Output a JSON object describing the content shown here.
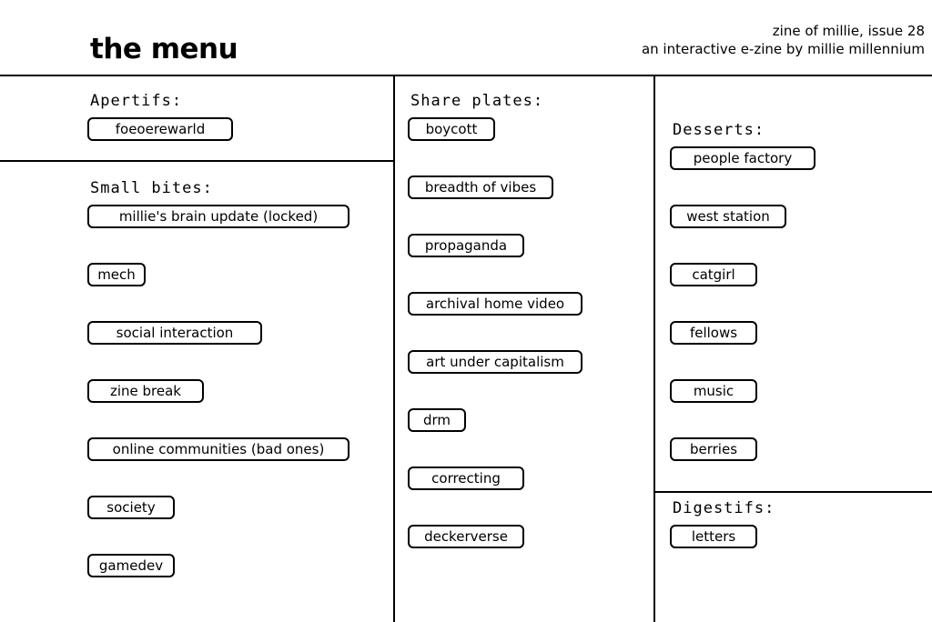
{
  "header": {
    "title": "the menu",
    "issue": "zine of millie, issue 28",
    "subtitle": "an interactive e-zine by millie millennium"
  },
  "sections": {
    "apertifs": {
      "heading": "Apertifs:",
      "items": [
        "foeoerewarld"
      ]
    },
    "small_bites": {
      "heading": "Small bites:",
      "items": [
        "millie's brain update (locked)",
        "mech",
        "social interaction",
        "zine break",
        "online communities (bad ones)",
        "society",
        "gamedev"
      ]
    },
    "share_plates": {
      "heading": "Share plates:",
      "items": [
        "boycott",
        "breadth of vibes",
        "propaganda",
        "archival home video",
        "art under capitalism",
        "drm",
        "correcting",
        "deckerverse"
      ]
    },
    "desserts": {
      "heading": "Desserts:",
      "items": [
        "people factory",
        "west station",
        "catgirl",
        "fellows",
        "music",
        "berries"
      ]
    },
    "digestifs": {
      "heading": "Digestifs:",
      "items": [
        "letters"
      ]
    }
  }
}
